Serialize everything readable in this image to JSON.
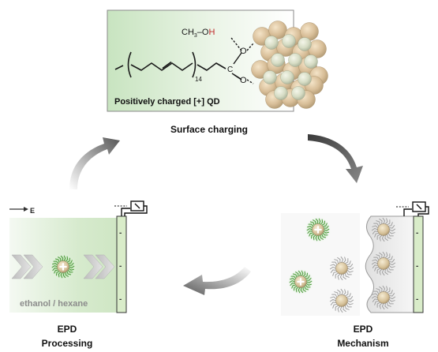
{
  "top_panel": {
    "methanol_formula": "CH",
    "methanol_subscript": "3",
    "methanol_rest": "–O",
    "hydrogen_label": "H",
    "oxygen_top": "O",
    "oxygen_bottom": "O",
    "carbon_label": "C",
    "chain_subscript": "14",
    "caption": "Positively charged [+] QD"
  },
  "stage_labels": {
    "surface_charging": "Surface charging",
    "epd_processing_line1": "EPD",
    "epd_processing_line2": "Processing",
    "epd_mechanism_line1": "EPD",
    "epd_mechanism_line2": "Mechanism"
  },
  "processing_panel": {
    "field_label": "E",
    "solvent_label": "ethanol / hexane",
    "electrode_sign": "-"
  },
  "mechanism_panel": {
    "electrode_sign": "-"
  },
  "colors": {
    "green_panel": "#dcecd6",
    "qd_tan": "#d8be98",
    "qd_pale": "#d6dcc4",
    "ligand_green": "#4c9a3c",
    "electrode_green": "#d9ecc9",
    "arrow_gray": "#6a6a6a",
    "hydrogen_red": "#c0282a"
  }
}
